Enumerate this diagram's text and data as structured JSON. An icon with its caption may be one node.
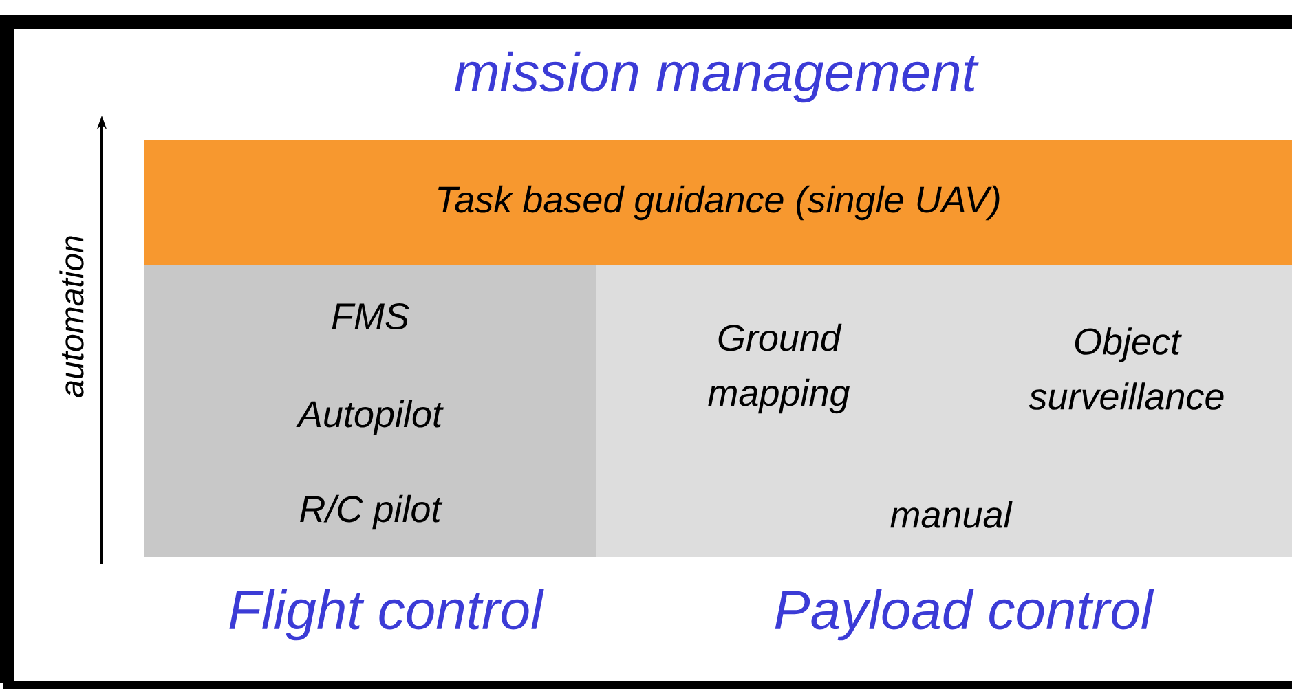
{
  "diagram": {
    "title": "mission management",
    "nodes": [
      {
        "text": [
          "Task based guidance (single UAV)"
        ]
      },
      {
        "text": [
          "FMS"
        ]
      },
      {
        "text": [
          "Autopilot"
        ]
      },
      {
        "text": [
          "R/C pilot"
        ]
      },
      {
        "text": [
          "Ground mapping",
          "Object surveillance",
          "manual"
        ]
      }
    ],
    "labels": [
      "automation",
      "Flight control",
      "Payload control"
    ]
  }
}
